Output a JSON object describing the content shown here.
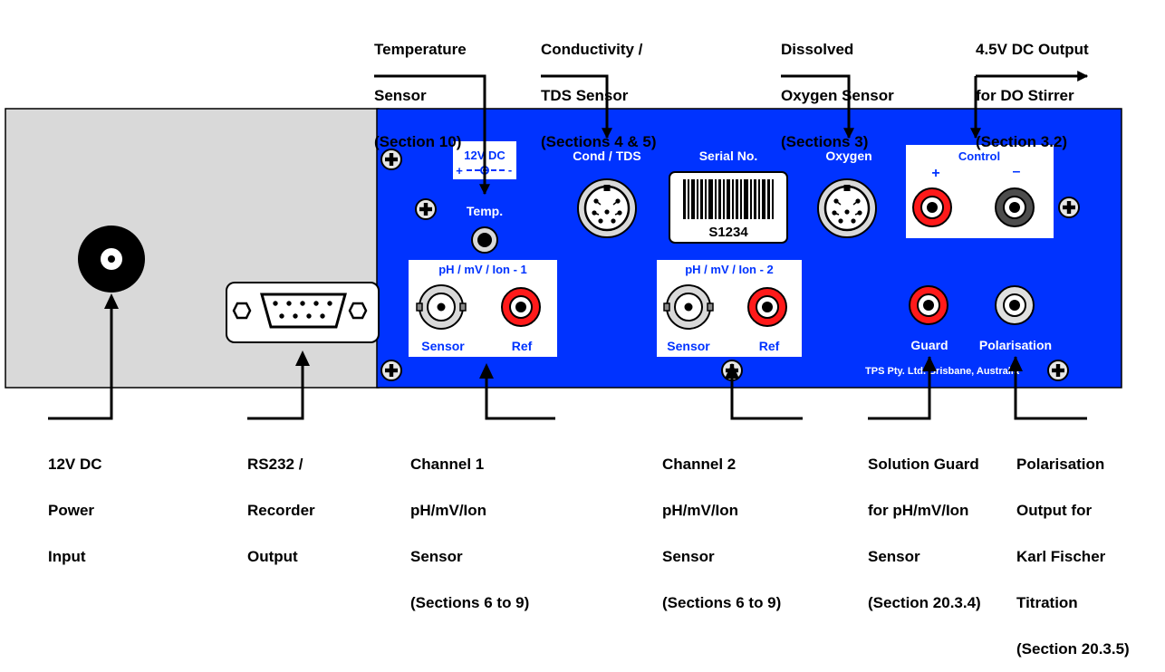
{
  "colors": {
    "panel_blue": "#0033ff",
    "grey_panel": "#d9d9d9",
    "label_blue": "#0033ff",
    "red_socket": "#ff0000",
    "dark_socket": "#4d4d4d"
  },
  "top_labels": {
    "temperature": [
      "Temperature",
      "Sensor",
      "(Section 10)"
    ],
    "conductivity": [
      "Conductivity /",
      "TDS Sensor",
      "(Sections 4 & 5)"
    ],
    "oxygen": [
      "Dissolved",
      "Oxygen Sensor",
      "(Sections 3)"
    ],
    "stirrer": [
      "4.5V DC Output",
      "for DO Stirrer",
      "(Section 3.2)"
    ]
  },
  "bottom_labels": {
    "power": [
      "12V DC",
      "Power",
      "Input"
    ],
    "rs232": [
      "RS232 /",
      "Recorder",
      "Output"
    ],
    "channel1": [
      "Channel 1",
      "pH/mV/Ion",
      "Sensor",
      "(Sections 6 to 9)"
    ],
    "channel2": [
      "Channel 2",
      "pH/mV/Ion",
      "Sensor",
      "(Sections 6 to 9)"
    ],
    "guard": [
      "Solution Guard",
      "for pH/mV/Ion",
      "Sensor",
      "(Section 20.3.4)"
    ],
    "polarisation": [
      "Polarisation",
      "Output for",
      "Karl Fischer",
      "Titration",
      "(Section 20.3.5)"
    ]
  },
  "panel": {
    "power_polarity_title": "12V DC",
    "power_polarity_plus": "+",
    "power_polarity_minus": "-",
    "temp_label": "Temp.",
    "cond_label": "Cond / TDS",
    "serial_label": "Serial No.",
    "serial_value": "S1234",
    "oxygen_label": "Oxygen",
    "control_label": "Control",
    "control_plus": "+",
    "control_minus": "–",
    "ch1_title": "pH / mV / Ion - 1",
    "ch1_sensor": "Sensor",
    "ch1_ref": "Ref",
    "ch2_title": "pH / mV / Ion - 2",
    "ch2_sensor": "Sensor",
    "ch2_ref": "Ref",
    "guard_label": "Guard",
    "polarisation_label": "Polarisation",
    "maker": "TPS Pty. Ltd. Brisbane, Australia"
  }
}
